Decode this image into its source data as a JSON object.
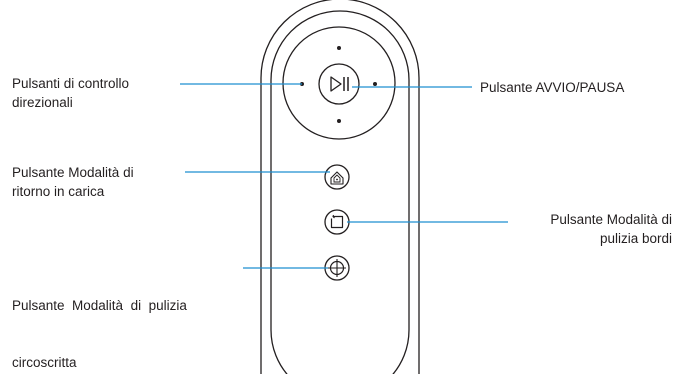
{
  "colors": {
    "outline": "#231f20",
    "leader_line": "#1f8fd0",
    "text": "#231f20",
    "background": "#ffffff"
  },
  "remote": {
    "play_pause_icon": "play-pause-icon",
    "home_icon": "home-dock-icon",
    "edge_icon": "edge-clean-icon",
    "spot_icon": "spot-target-icon"
  },
  "labels": {
    "directional": {
      "line1": "Pulsanti di controllo",
      "line2": "direzionali"
    },
    "play_pause": {
      "line1": "Pulsante AVVIO/PAUSA"
    },
    "dock": {
      "line1": "Pulsante Modalità di",
      "line2": "ritorno in carica"
    },
    "edge": {
      "line1": "Pulsante Modalità di",
      "line2": "pulizia bordi"
    },
    "spot": {
      "line1": "Pulsante  Modalità  di  pulizia",
      "line2": "circoscritta"
    }
  }
}
